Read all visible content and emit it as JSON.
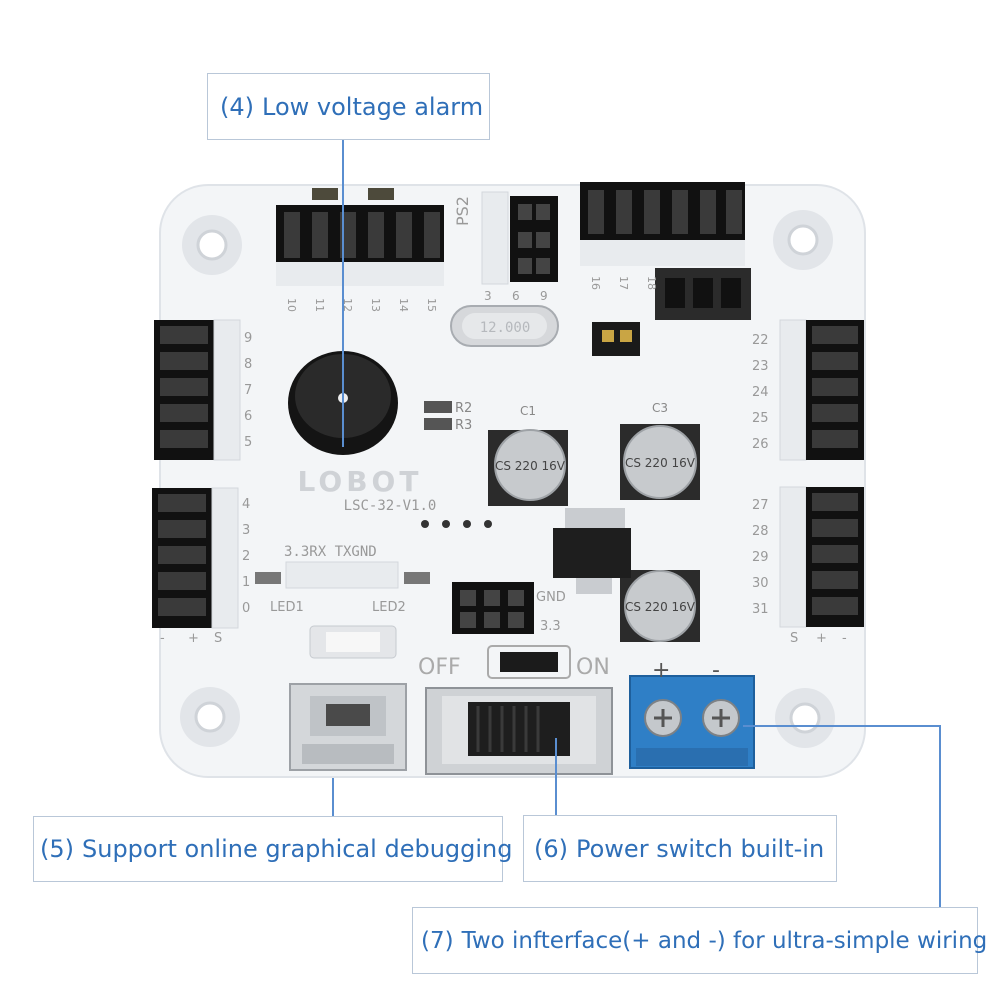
{
  "callouts": {
    "c4": {
      "num": "(4)",
      "text": "Low voltage alarm"
    },
    "c5": {
      "num": "(5)",
      "text": "Support online graphical debugging"
    },
    "c6": {
      "num": "(6)",
      "text": "Power switch built-in"
    },
    "c7": {
      "num": "(7)",
      "text": "Two infterface(+ and -) for ultra-simple wiring"
    }
  },
  "board": {
    "logo": "LOBOT",
    "model": "LSC-32-V1.0",
    "ps2": "PS2",
    "ps2_pins": [
      "3",
      "6",
      "9"
    ],
    "top_left_channels": [
      "10",
      "11",
      "12",
      "13",
      "14",
      "15"
    ],
    "top_right_channels": [
      "16",
      "17",
      "18"
    ],
    "left_upper_channels": [
      "9",
      "8",
      "7",
      "6",
      "5"
    ],
    "left_lower_channels": [
      "4",
      "3",
      "2",
      "1",
      "0"
    ],
    "right_upper_channels": [
      "22",
      "23",
      "24",
      "25",
      "26"
    ],
    "right_lower_channels": [
      "27",
      "28",
      "29",
      "30",
      "31"
    ],
    "serial_label": "3.3RX TXGND",
    "led1": "LED1",
    "led2": "LED2",
    "gnd": "GND",
    "v33": "3.3",
    "off": "OFF",
    "on": "ON",
    "plus": "+",
    "minus": "-",
    "s": "S",
    "r2": "R2",
    "r3": "R3",
    "c1": "C1",
    "c3": "C3",
    "cap_text_1": "CS 220 16V",
    "cap_text_2": "CS 220 16V",
    "cap_text_3": "CS 220 16V",
    "crystal": "12.000"
  },
  "colors": {
    "accent": "#2f6fb8",
    "board": "#f4f6f8",
    "terminal": "#2f7fc6"
  }
}
